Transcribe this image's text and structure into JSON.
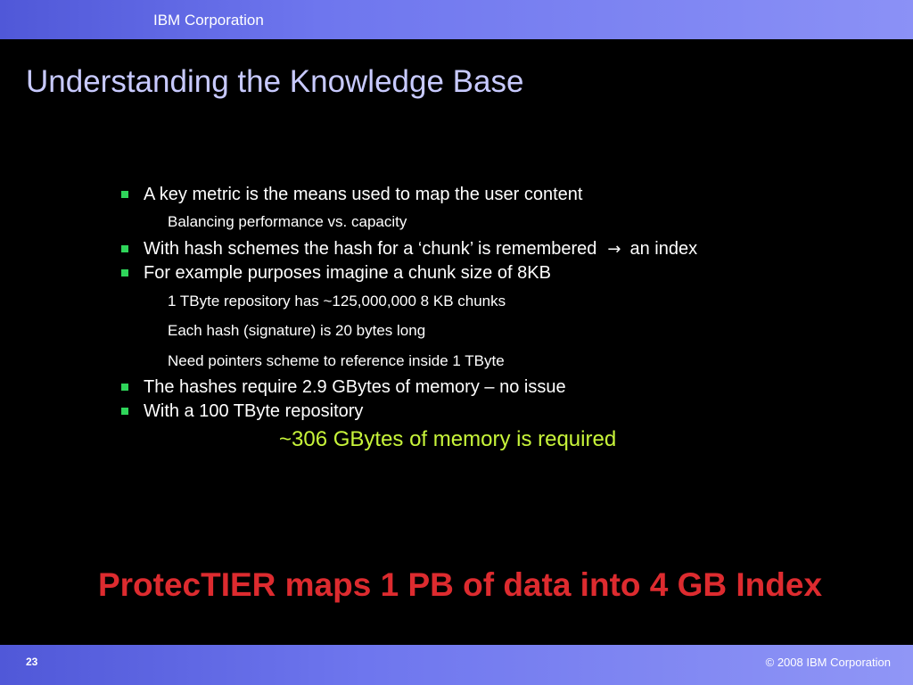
{
  "header": {
    "company": "IBM Corporation"
  },
  "slide": {
    "title": "Understanding the Knowledge Base",
    "bullet_1": "A key metric is the means used to map the user content",
    "sub_1": "Balancing performance vs. capacity",
    "bullet_2": "With hash schemes the hash for a ‘chunk’ is remembered",
    "arrow": "→",
    "bullet_2_tail": "an index",
    "bullet_3": "For example purposes imagine a chunk size of 8KB",
    "sub_3a": "1 TByte repository has ~125,000,000 8 KB chunks",
    "sub_3b": "Each hash (signature) is 20 bytes long",
    "sub_3c": "Need pointers scheme to reference inside 1 TByte",
    "bullet_4": "The hashes require 2.9 GBytes of memory – no issue",
    "bullet_5": "With a 100 TByte repository",
    "highlight": "~306 GBytes of memory is required",
    "headline": "ProtecTIER maps 1 PB of data into 4 GB Index"
  },
  "footer": {
    "page_number": "23",
    "copyright": "© 2008 IBM Corporation"
  },
  "colors": {
    "background": "#000000",
    "bar": "#6e76ee",
    "title": "#c8caff",
    "bullet": "#2fd55a",
    "highlight": "#c8f53a",
    "headline": "#dd2b2f"
  }
}
